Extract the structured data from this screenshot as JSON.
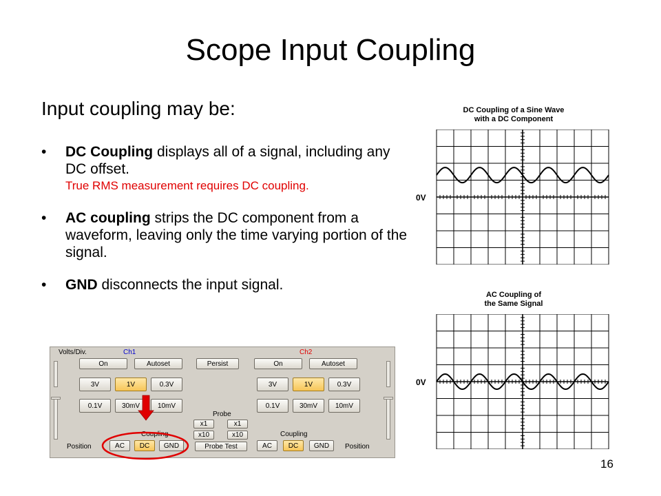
{
  "slide": {
    "title": "Scope Input Coupling",
    "intro": "Input coupling may be:",
    "bullet_symbol": "•",
    "bullets": [
      {
        "bold": "DC Coupling",
        "text": " displays all of a signal, including any DC offset.",
        "note": "True RMS measurement requires DC coupling."
      },
      {
        "bold": "AC coupling",
        "text": " strips the DC component from a waveform, leaving only the time varying portion of the signal.",
        "note": ""
      },
      {
        "bold": "GND",
        "text": " disconnects the input signal.",
        "note": ""
      }
    ],
    "page_number": "16"
  },
  "figures": {
    "dc": {
      "caption_line1": "DC Coupling  of a Sine Wave",
      "caption_line2": "with a DC Component",
      "zero_label": "0V",
      "offset_divisions": 1.3,
      "amplitude_divisions": 0.45,
      "cycles": 5
    },
    "ac": {
      "caption_line1": "AC Coupling  of",
      "caption_line2": "the Same Signal",
      "zero_label": "0V",
      "offset_divisions": 0,
      "amplitude_divisions": 0.45,
      "cycles": 5
    }
  },
  "panel": {
    "volts_div_label": "Volts/Div.",
    "ch1_label": "Ch1",
    "ch2_label": "Ch2",
    "ch1": {
      "on": "On",
      "autoset": "Autoset",
      "range_row1": [
        "3V",
        "1V",
        "0.3V"
      ],
      "range_row2": [
        "0.1V",
        "30mV",
        "10mV"
      ],
      "selected": "1V",
      "coupling_label": "Coupling",
      "coupling": [
        "AC",
        "DC",
        "GND"
      ],
      "coupling_selected": "DC"
    },
    "ch2": {
      "on": "On",
      "autoset": "Autoset",
      "range_row1": [
        "3V",
        "1V",
        "0.3V"
      ],
      "range_row2": [
        "0.1V",
        "30mV",
        "10mV"
      ],
      "selected": "1V",
      "coupling_label": "Coupling",
      "coupling": [
        "AC",
        "DC",
        "GND"
      ],
      "coupling_selected": "DC"
    },
    "persist": "Persist",
    "probe_label": "Probe",
    "probe_x1": "x1",
    "probe_x10": "x10",
    "probe_test": "Probe Test",
    "position_label": "Position",
    "colors": {
      "selected_fill": "#f7c558",
      "highlight_circle": "#e00000",
      "arrow": "#e00000"
    }
  }
}
